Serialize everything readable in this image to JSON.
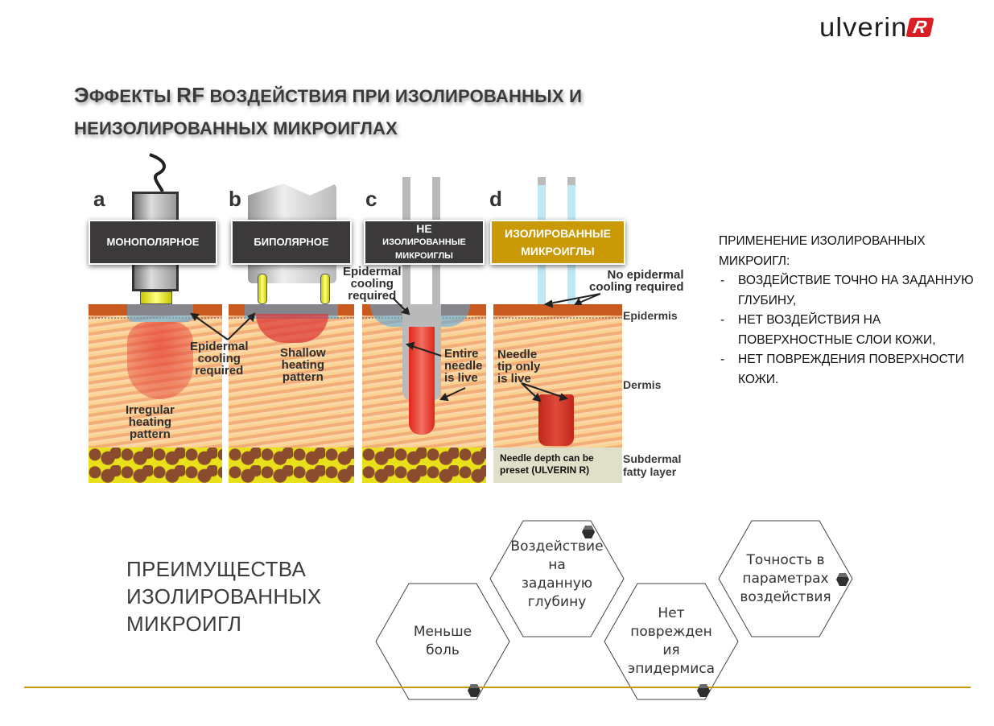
{
  "brand": {
    "logo_text": "ulverin",
    "logo_mark": "R",
    "accent_color": "#c99a06",
    "logo_red": "#d91e25"
  },
  "title": {
    "line1_big": "Э",
    "line1_rest": "ФФЕКТЫ ",
    "line1_rf": "RF",
    "line1_tail": " ВОЗДЕЙСТВИЯ ПРИ ИЗОЛИРОВАННЫХ И",
    "line2": "НЕИЗОЛИРОВАННЫХ МИКРОИГЛАХ"
  },
  "diagram": {
    "panels": [
      {
        "letter": "a",
        "tag": "МОНОПОЛЯРНОЕ",
        "tag_style": "dark"
      },
      {
        "letter": "b",
        "tag": "БИПОЛЯРНОЕ",
        "tag_style": "dark"
      },
      {
        "letter": "c",
        "tag_line1": "НЕ",
        "tag_line2": "ИЗОЛИРОВАННЫЕ",
        "tag_line3": "МИКРОИГЛЫ",
        "tag_style": "dark"
      },
      {
        "letter": "d",
        "tag_line1": "ИЗОЛИРОВАННЫЕ",
        "tag_line2": "МИКРОИГЛЫ",
        "tag_style": "gold"
      }
    ],
    "labels": {
      "epidermal_cooling_ab": "Epidermal\ncooling\nrequired",
      "irregular": "Irregular\nheating\npattern",
      "shallow": "Shallow\nheating\npattern",
      "epidermal_cooling_c": "Epidermal\ncooling\nrequired",
      "entire_needle": "Entire\nneedle\nis live",
      "no_cooling": "No epidermal\ncooling required",
      "needle_tip": "Needle\ntip only\nis live",
      "preset": "Needle depth can be\npreset (ULVERIN R)"
    },
    "layers": {
      "epidermis": "Epidermis",
      "dermis": "Dermis",
      "subdermal": "Subdermal\nfatty layer"
    }
  },
  "application": {
    "heading": "ПРИМЕНЕНИЕ ИЗОЛИРОВАННЫХ МИКРОИГЛ:",
    "items": [
      "ВОЗДЕЙСТВИЕ ТОЧНО НА ЗАДАННУЮ ГЛУБИНУ,",
      "НЕТ ВОЗДЕЙСТВИЯ НА ПОВЕРХНОСТНЫЕ СЛОИ КОЖИ,",
      "НЕТ ПОВРЕЖДЕНИЯ ПОВЕРХНОСТИ КОЖИ."
    ],
    "bullet": "-"
  },
  "advantages": {
    "title": "ПРЕИМУЩЕСТВА ИЗОЛИРОВАННЫХ МИКРОИГЛ",
    "hexes": [
      {
        "text": "Меньше\nболь"
      },
      {
        "text": "Воздействие\nна\nзаданную\nглубину"
      },
      {
        "text": "Нет\nповрежден\nия\nэпидермиса"
      },
      {
        "text": "Точность в\nпараметрах\nвоздействия"
      }
    ]
  }
}
